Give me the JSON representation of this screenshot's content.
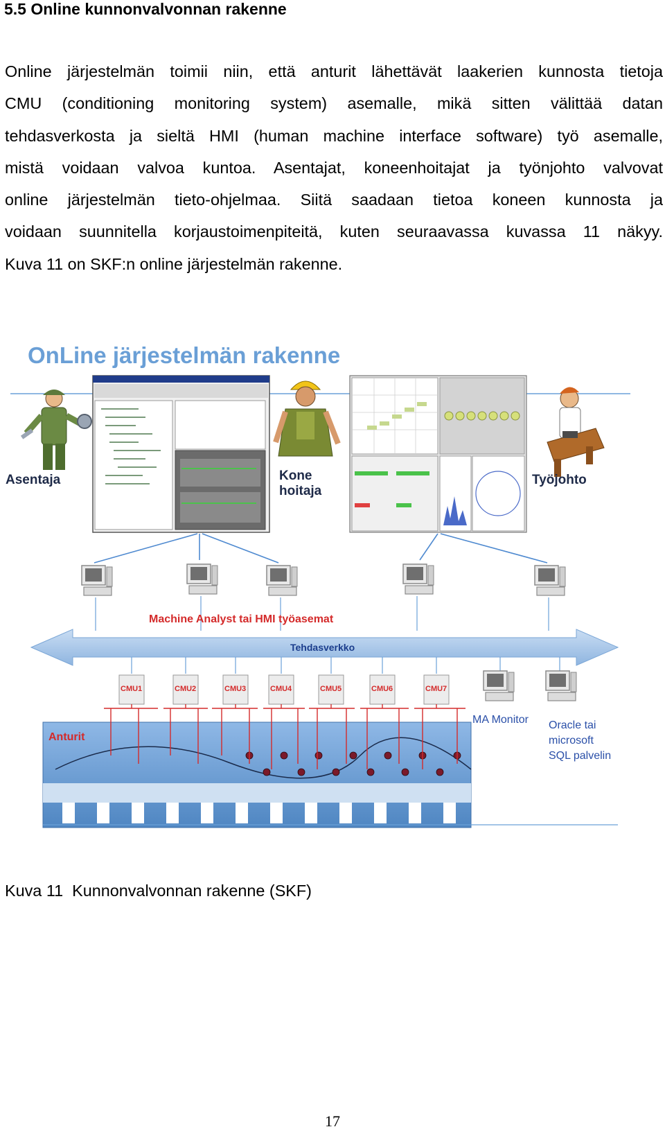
{
  "section_heading": "5.5 Online kunnonvalvonnan rakenne",
  "paragraph_lines": [
    "Online järjestelmän toimii niin, että anturit lähettävät laakerien kunnosta tietoja",
    "CMU (conditioning monitoring system) asemalle, mikä sitten välittää datan",
    "tehdasverkosta ja sieltä HMI (human machine interface software) työ asemalle,",
    "mistä voidaan valvoa kuntoa. Asentajat, koneenhoitajat ja työnjohto valvovat",
    "online järjestelmän tieto-ohjelmaa. Siitä saadaan tietoa koneen kunnosta ja",
    "voidaan suunnitella korjaustoimenpiteitä, kuten seuraavassa kuvassa 11 näkyy.",
    "Kuva 11 on SKF:n online järjestelmän rakenne."
  ],
  "figure": {
    "title": "OnLine järjestelmän rakenne",
    "roles": {
      "asentaja": "Asentaja",
      "kone": "Kone",
      "hoitaja": "hoitaja",
      "tyojohto": "Työjohto"
    },
    "workstations_label": "Machine Analyst tai HMI työasemat",
    "network_label": "Tehdasverkko",
    "cmu_labels": [
      "CMU1",
      "CMU2",
      "CMU3",
      "CMU4",
      "CMU5",
      "CMU6",
      "CMU7"
    ],
    "ma_monitor_label": "MA Monitor",
    "server_label_lines": [
      "Oracle tai",
      "microsoft",
      "SQL palvelin"
    ],
    "sensors_label": "Anturit",
    "colors": {
      "title_blue": "#6a9fd6",
      "network_arrow": "#a9c8ea",
      "cmu_red": "#d42a2a",
      "machine_blue": "#5e93c9"
    }
  },
  "caption": "Kuva 11  Kunnonvalvonnan rakenne (SKF)",
  "page_number": "17"
}
